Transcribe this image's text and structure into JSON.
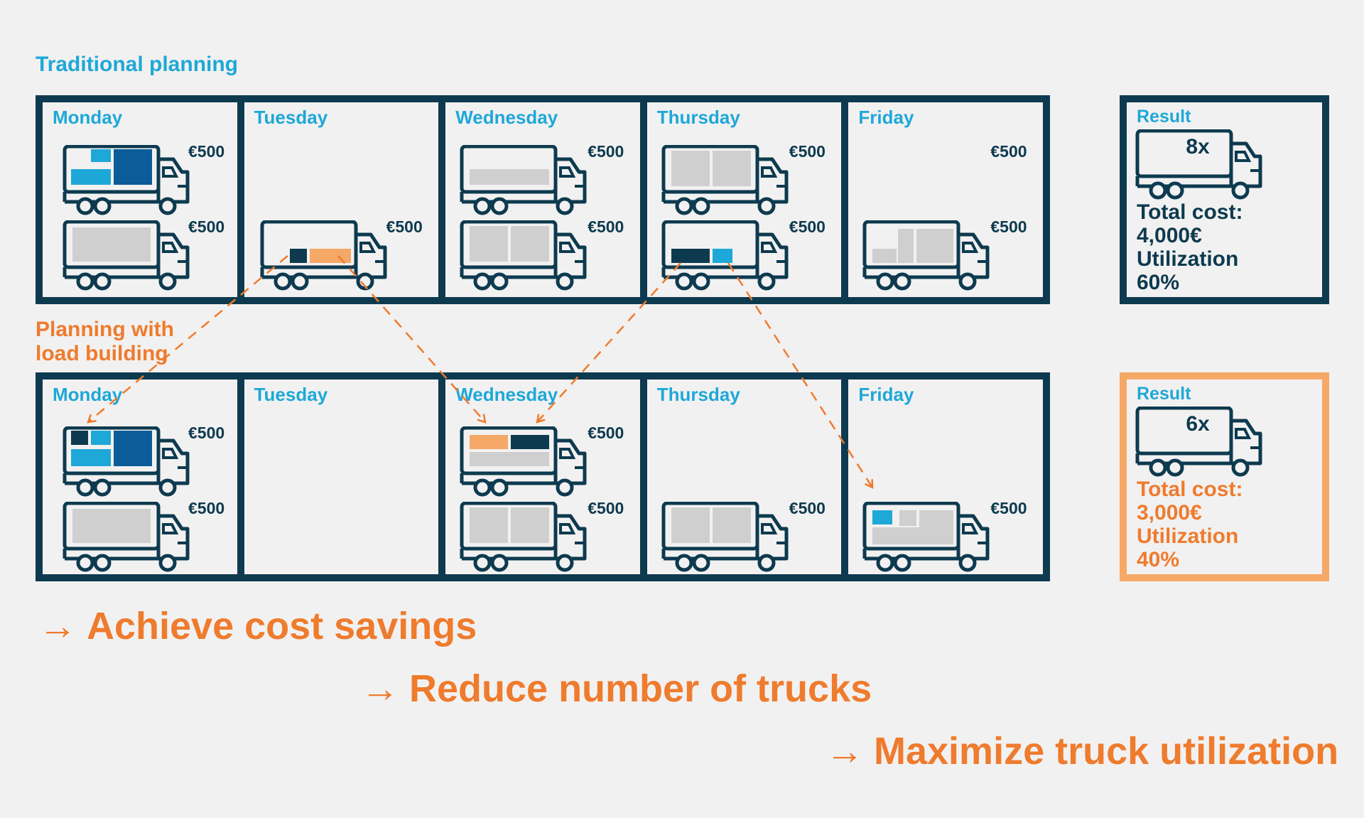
{
  "sections": {
    "traditional": "Traditional planning",
    "load_building": "Planning with\nload building"
  },
  "days": [
    "Monday",
    "Tuesday",
    "Wednesday",
    "Thursday",
    "Friday"
  ],
  "price": "€500",
  "result_label": "Result",
  "traditional_result": {
    "trucks": "8x",
    "line1": "Total cost:",
    "line2": "4,000€",
    "line3": "Utilization",
    "line4": "60%"
  },
  "load_building_result": {
    "trucks": "6x",
    "line1": "Total cost:",
    "line2": "3,000€",
    "line3": "Utilization",
    "line4": "40%"
  },
  "goals": [
    {
      "arrow": "→",
      "text": "Achieve cost savings"
    },
    {
      "arrow": "→",
      "text": "Reduce number of trucks"
    },
    {
      "arrow": "→",
      "text": "Maximize truck utilization"
    }
  ],
  "colors": {
    "navy": "#0d3a4f",
    "cyan": "#1ea8d8",
    "blue": "#0b5c99",
    "orange": "#ef7b2d",
    "light_orange": "#f6a866",
    "grey": "#cfcfcf"
  }
}
